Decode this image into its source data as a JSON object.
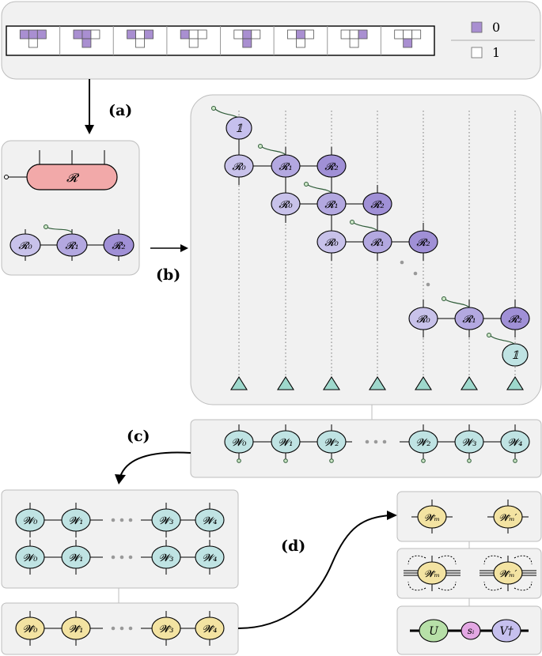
{
  "header": {
    "legend": {
      "swatch_0_label": "0",
      "swatch_1_label": "1",
      "color_0": "#a98fd1",
      "color_1": "#ffffff"
    },
    "configs": [
      {
        "top": [
          0,
          0,
          0
        ],
        "bottom": 1
      },
      {
        "top": [
          0,
          0,
          1
        ],
        "bottom": 0
      },
      {
        "top": [
          0,
          1,
          0
        ],
        "bottom": 1
      },
      {
        "top": [
          0,
          1,
          1
        ],
        "bottom": 1
      },
      {
        "top": [
          1,
          0,
          1
        ],
        "bottom": 0
      },
      {
        "top": [
          1,
          0,
          1
        ],
        "bottom": 1
      },
      {
        "top": [
          1,
          1,
          0
        ],
        "bottom": 1
      },
      {
        "top": [
          1,
          1,
          1
        ],
        "bottom": 0
      }
    ]
  },
  "steps": {
    "a": "(a)",
    "b": "(b)",
    "c": "(c)",
    "d": "(d)"
  },
  "panel_a": {
    "big_tensor": "𝓡",
    "small_tensors": [
      "𝓡₀",
      "𝓡₁",
      "𝓡₂"
    ]
  },
  "panel_b": {
    "identity": "𝟙",
    "row_labels": [
      "𝓡₀",
      "𝓡₁",
      "𝓡₂"
    ]
  },
  "panel_c": {
    "chain": [
      "𝓦₀",
      "𝓦₁",
      "𝓦₂",
      "𝓦₂",
      "𝓦₃",
      "𝓦₄"
    ]
  },
  "panel_lower": {
    "row_top": [
      "𝓦₀",
      "𝓦₁",
      "𝓦₃",
      "𝓦₄"
    ],
    "row_mid": [
      "𝓦₀",
      "𝓦₁",
      "𝓦₃",
      "𝓦₄"
    ],
    "row_bar": [
      "𝓦̄₀",
      "𝓦̄₁",
      "𝓦̄₃",
      "𝓦̄₄"
    ]
  },
  "panel_d": {
    "top": [
      "𝓦̄ₘ",
      "𝓦̄ₘ′"
    ],
    "mid": [
      "𝓦̄ₘ",
      "𝓦̄ₘ′"
    ],
    "svd": [
      "U",
      "sᵢ",
      "V†"
    ]
  },
  "colors": {
    "R_main": "#f2a9a9",
    "R_light": "#c8c2ea",
    "R_mid": "#b3a8e0",
    "R_dark": "#a090d6",
    "teal": "#bfe3e3",
    "teal_triangle": "#9ed8cc",
    "yellow": "#f3e3a2",
    "green": "#b7e0a8",
    "pink": "#e3a7e3",
    "lavender": "#c6c0ee",
    "panel_fill": "#f1f1f1",
    "panel_stroke": "#bdbdbd"
  }
}
